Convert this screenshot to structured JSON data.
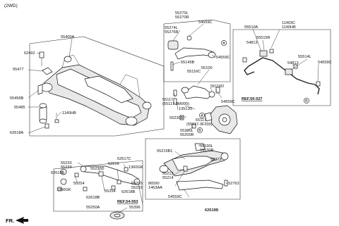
{
  "header": {
    "variant": "(2WD)"
  },
  "footer": {
    "fr_label": "FR."
  },
  "refs": {
    "ref_50527": "REF.50-527",
    "ref_54553": "REF.54-553"
  },
  "circles": {
    "a": "A",
    "b": "B"
  },
  "labels": {
    "p55400A": "55400A",
    "p62492": "62492",
    "p55477": "55477",
    "p55456B": "55456B",
    "p55485": "55485",
    "p1140HB_a": "1140HB",
    "p62618A": "62618A",
    "p55270L": "55270L",
    "p55270R": "55270R",
    "p55274L": "55274L",
    "p55276R": "55276R",
    "p54559C_a": "54559C",
    "p55145B": "55145B",
    "p54559C_b": "54559C",
    "p55100": "55100",
    "p55116C": "55116C",
    "p55116D": "55116D",
    "p54559C_c": "54559C",
    "p55117_a": "55117",
    "p55117_a_sub": "(55117-3M000)",
    "p1351JD": "1351JD",
    "p55117_b": "55117",
    "p55117_b_sub": "(55117-3F200)",
    "p55230B": "55230B",
    "p55200L": "55200L",
    "p55200R": "55200R",
    "p55510A": "55510A",
    "p11403C": "11403C",
    "p1140HB_b": "1140HB",
    "p55515R": "55515R",
    "p54813_a": "54813",
    "p55514L": "55514L",
    "p54813_b": "54813",
    "p54559C_d": "54559C",
    "p55215B1": "55215B1",
    "p55530L": "55530L",
    "p55530R": "55530R",
    "p55272": "55272",
    "p55213": "55213",
    "p55214": "55214",
    "p86590": "86590",
    "p1463AA": "1463AA",
    "p52763": "52763",
    "p54559C_e": "54559C",
    "p62618B_a": "62618B",
    "p55233_a": "55233",
    "p55233_b": "55233",
    "p62618B_b": "62618B",
    "p1360GK_a": "1360GK",
    "p55254_a": "55254",
    "p55230D": "55230D",
    "p62617C": "62617C",
    "p62616": "62616",
    "p1360GK_b": "1360GK",
    "p55233_c": "55233",
    "p55233_d": "55233",
    "p62618B_c": "62618B",
    "p55254_b": "55254",
    "p62618B_d": "62618B",
    "p55250A": "55250A",
    "p55396": "55396",
    "p62618B_e": "62618B"
  }
}
